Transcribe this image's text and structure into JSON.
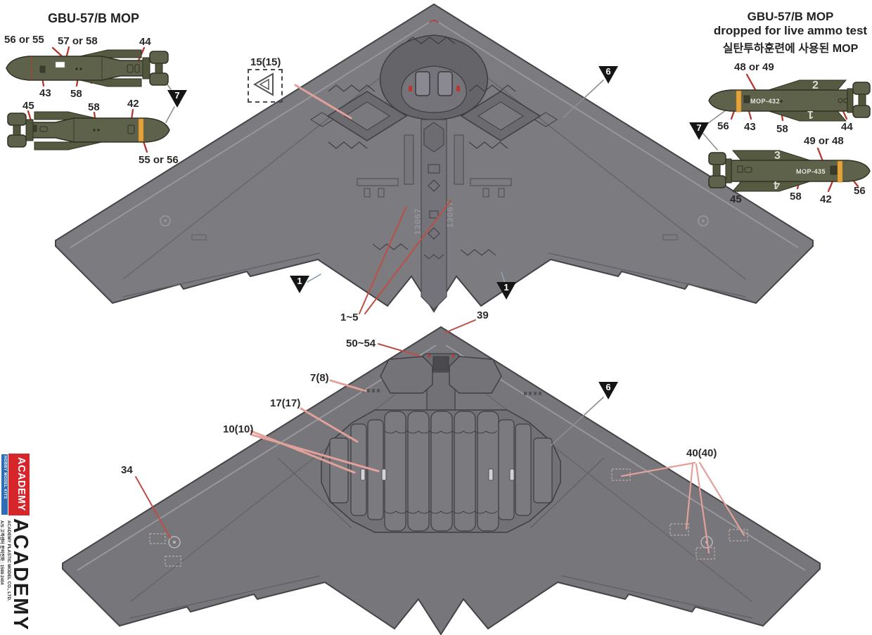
{
  "left_panel": {
    "title": "GBU-57/B MOP",
    "marker": "7",
    "callouts": {
      "c56_55": "56 or 55",
      "c57_58": "57 or 58",
      "c44": "44",
      "c43": "43",
      "c58a": "58",
      "c45": "45",
      "c58b": "58",
      "c42": "42",
      "c55_56": "55 or 56"
    }
  },
  "right_panel": {
    "title1": "GBU-57/B MOP",
    "title2": "dropped for live ammo test",
    "title3": "실탄투하훈련에 사용된 MOP",
    "marker": "7",
    "bomb1": {
      "label": "MOP-432",
      "fin_top": "2",
      "fin_bottom": "1"
    },
    "bomb2": {
      "label": "MOP-435",
      "fin_top": "3",
      "fin_bottom": "4"
    },
    "callouts": {
      "c48_49": "48 or 49",
      "c56a": "56",
      "c43": "43",
      "c58a": "58",
      "c44": "44",
      "c49_48": "49 or 48",
      "c45": "45",
      "c58b": "58",
      "c42": "42",
      "c56b": "56"
    }
  },
  "top_view": {
    "decal": "15(15)",
    "marker6": "6",
    "marker1_left": "1",
    "marker1_right": "1",
    "serial_left": "13067",
    "serial_right": "13067",
    "c1_5": "1~5"
  },
  "bottom_view": {
    "c39": "39",
    "c50_54": "50~54",
    "c7_8": "7(8)",
    "c17_17": "17(17)",
    "c10_10": "10(10)",
    "c34": "34",
    "c40_40": "40(40)",
    "marker6": "6"
  },
  "branding": {
    "logo": "ACADEMY",
    "logo_sub": "HOBBY MODEL KITS",
    "wordmark": "ACADEMY",
    "company": "ACADEMY PLASTIC MODEL CO., LTD.",
    "service": "A/S 고객센터 문의전화 : 1588-2404"
  },
  "colors": {
    "aircraft_gray": "#7c7b7f",
    "outline": "#454449",
    "bomb_olive": "#5e624a",
    "band_orange": "#e6a33c",
    "leader_red": "#b5372e",
    "leader_salmon": "#e2a19a",
    "logo_red": "#d6252b",
    "logo_blue": "#2f6db4"
  }
}
